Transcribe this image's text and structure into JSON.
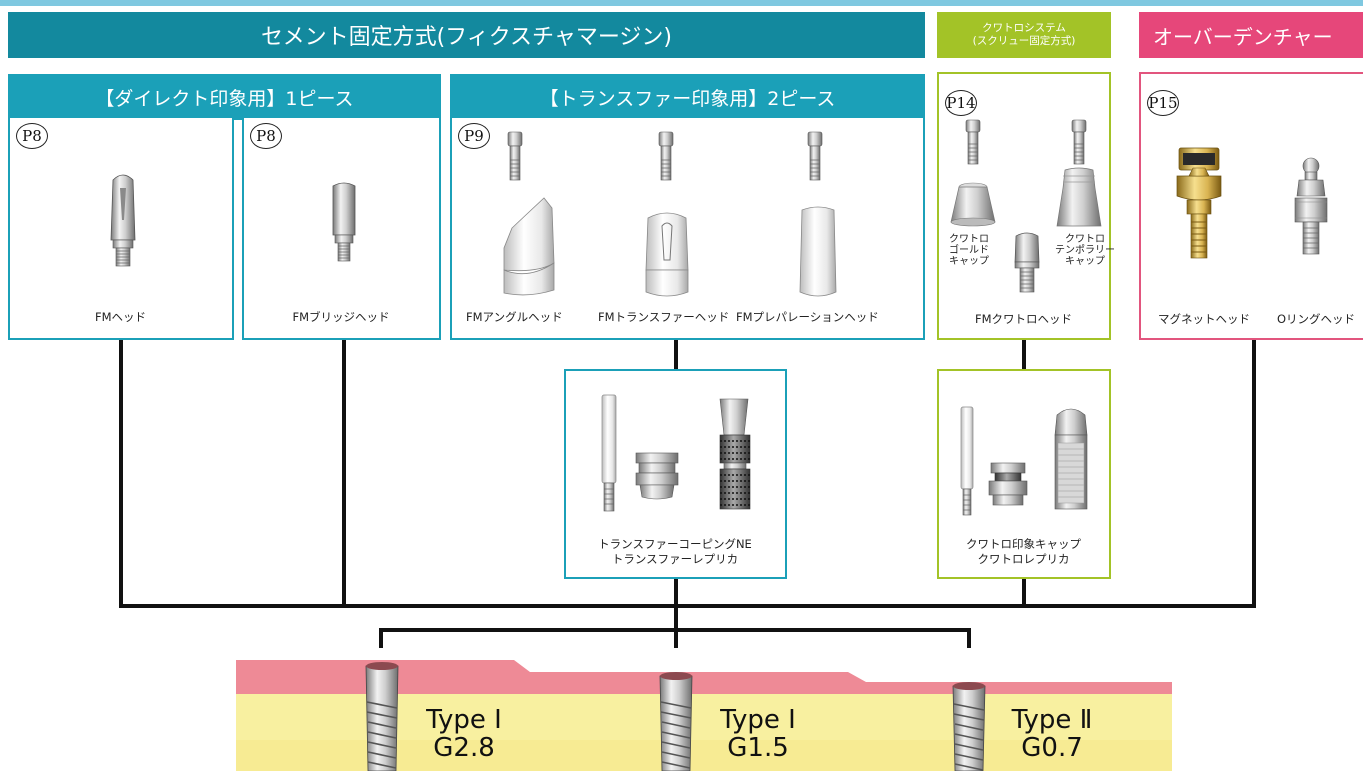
{
  "banners": {
    "cement": "セメント固定方式(フィクスチャマージン)",
    "kuwatoro_line1": "クワトロシステム",
    "kuwatoro_line2": "(スクリュー固定方式)",
    "overdenture": "オーバーデンチャー"
  },
  "headers": {
    "direct": "【ダイレクト印象用】1ピース",
    "transfer": "【トランスファー印象用】2ピース"
  },
  "panels": {
    "fm_head": {
      "page_ref": "P8",
      "caption": "FMヘッド"
    },
    "fm_bridge": {
      "page_ref": "P8",
      "caption": "FMブリッジヘッド"
    },
    "transfer2": {
      "page_ref": "P9",
      "captions": [
        "FMアングルヘッド",
        "FMトランスファーヘッド",
        "FMプレパレーションヘッド"
      ]
    },
    "kuwatoro": {
      "page_ref": "P14",
      "gold_cap": [
        "クワトロ",
        "ゴールド",
        "キャップ"
      ],
      "temp_cap": [
        "クワトロ",
        "テンポラリー",
        "キャップ"
      ],
      "caption": "FMクワトロヘッド"
    },
    "overdenture": {
      "page_ref": "P15",
      "captions": [
        "マグネットヘッド",
        "Oリングヘッド"
      ]
    },
    "transfer_coping": {
      "caption_line1": "トランスファーコーピングNE",
      "caption_line2": "トランスファーレプリカ"
    },
    "kuwatoro_impression": {
      "caption_line1": "クワトロ印象キャップ",
      "caption_line2": "クワトロレプリカ"
    }
  },
  "implants": [
    {
      "type": "Type Ⅰ",
      "grade": "G2.8"
    },
    {
      "type": "Type Ⅰ",
      "grade": "G1.5"
    },
    {
      "type": "Type Ⅱ",
      "grade": "G0.7"
    }
  ],
  "colors": {
    "teal_banner": "#13899e",
    "teal_header": "#1ba0b8",
    "green": "#a3c327",
    "pink": "#e6477a",
    "gum": "#ee8a96",
    "bone": "#f8f0a0",
    "connector": "#111111"
  }
}
